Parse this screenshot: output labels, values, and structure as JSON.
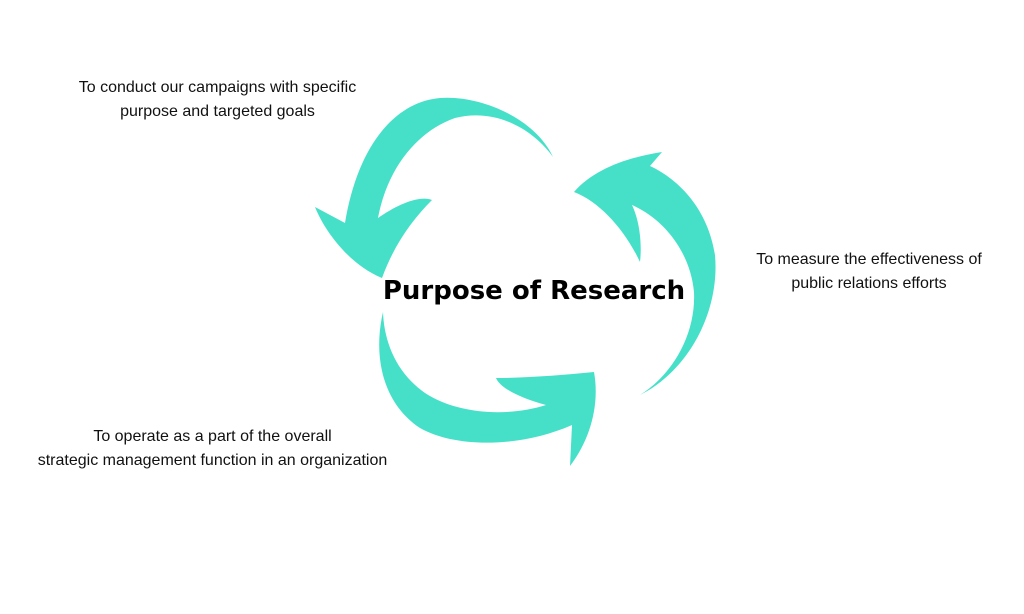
{
  "center": {
    "title": "Purpose of Research"
  },
  "items": [
    {
      "line1": "To conduct our campaigns with specific",
      "line2": "purpose and targeted goals"
    },
    {
      "line1": "To measure the effectiveness of",
      "line2": "public relations efforts"
    },
    {
      "line1": "To operate as a part of the overall",
      "line2": "strategic management function in an organization"
    }
  ],
  "colors": {
    "arrow": "#46e0c9",
    "text": "#111111",
    "background": "#ffffff"
  }
}
